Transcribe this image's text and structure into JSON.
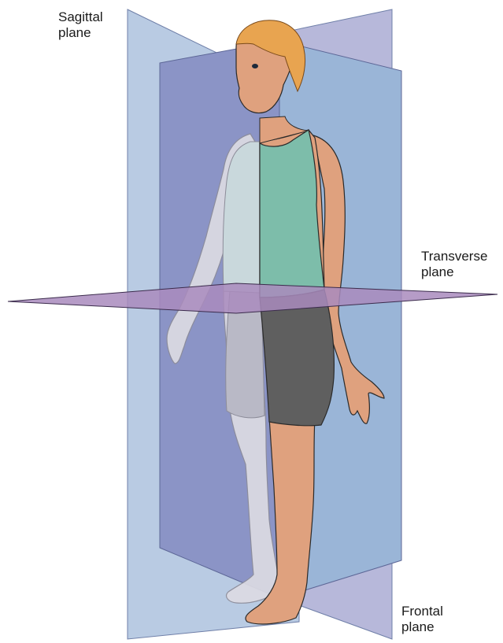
{
  "labels": {
    "sagittal": [
      "Sagittal",
      "plane"
    ],
    "transverse": [
      "Transverse",
      "plane"
    ],
    "frontal": [
      "Frontal",
      "plane"
    ]
  },
  "colors": {
    "sagittal_plane": "#b7c9e2",
    "sagittal_plane_inner": "#8a94c4",
    "frontal_plane": "#b5b7d8",
    "frontal_plane_inner": "#99b3d6",
    "transverse_plane": "#a98bbd",
    "skin": "#dfa17e",
    "hair": "#e8a450",
    "tank_top": "#7dbdaa",
    "shorts": "#606060",
    "ghost_body": "#dddde4"
  }
}
